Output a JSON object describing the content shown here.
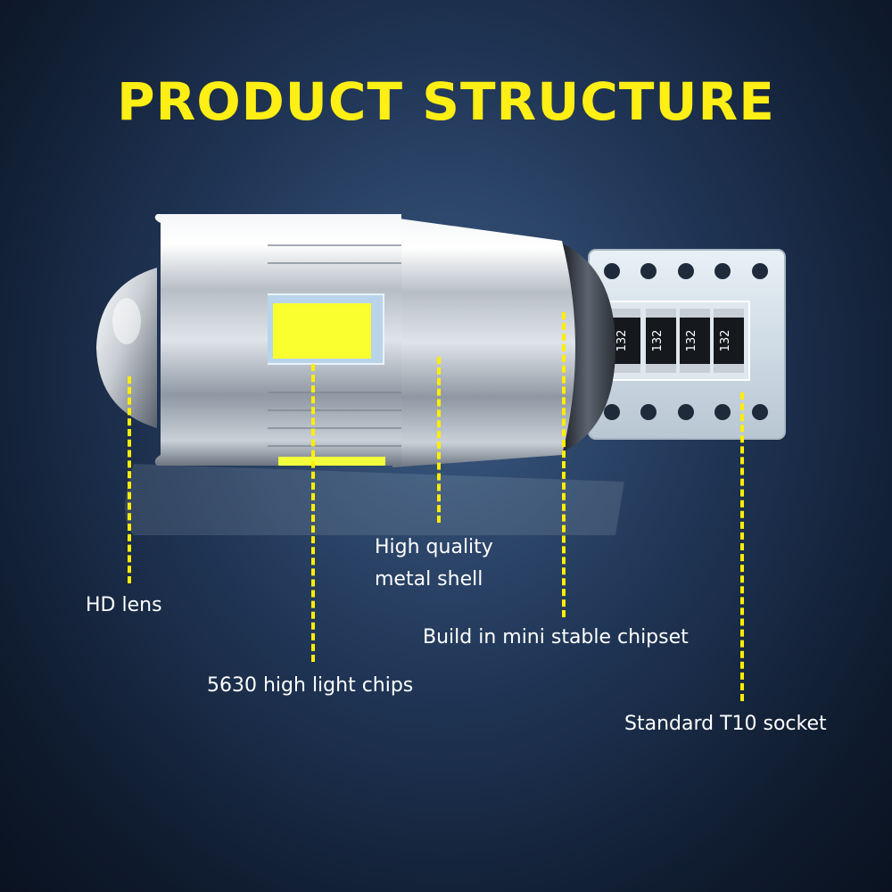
{
  "title": "PRODUCT STRUCTURE",
  "chip_codes": [
    "132",
    "132",
    "132",
    "132"
  ],
  "labels": {
    "hd_lens": "HD lens",
    "chips": "5630 high light chips",
    "shell_line1": "High quality",
    "shell_line2": "metal shell",
    "chipset": "Build in mini stable chipset",
    "socket": "Standard T10 socket"
  },
  "colors": {
    "title": "#ffef14",
    "leader": "#ffee00",
    "label": "#ffffff"
  }
}
